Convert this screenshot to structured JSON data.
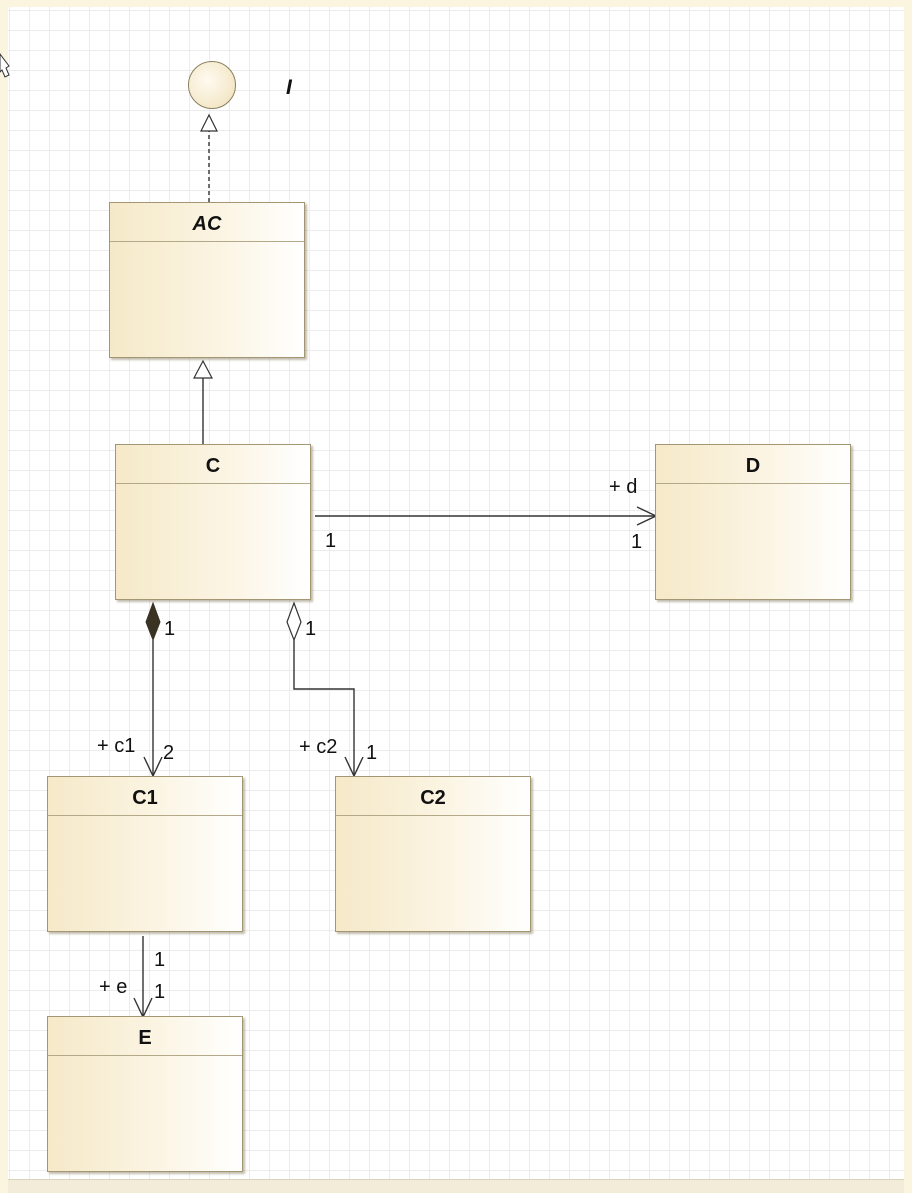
{
  "interface": {
    "name": "I"
  },
  "classes": {
    "ac": {
      "name": "AC"
    },
    "c": {
      "name": "C"
    },
    "d": {
      "name": "D"
    },
    "c1": {
      "name": "C1"
    },
    "c2": {
      "name": "C2"
    },
    "e": {
      "name": "E"
    }
  },
  "associations": {
    "c_d": {
      "source_mult": "1",
      "target_role": "+ d",
      "target_mult": "1"
    },
    "c_c1": {
      "source_mult": "1",
      "target_role": "+ c1",
      "target_mult": "2"
    },
    "c_c2": {
      "source_mult": "1",
      "target_role": "+ c2",
      "target_mult": "1"
    },
    "c1_e": {
      "source_mult": "1",
      "target_role": "+ e",
      "target_mult": "1"
    }
  }
}
